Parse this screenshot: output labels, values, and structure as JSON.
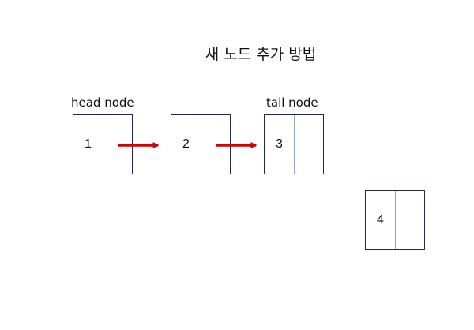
{
  "diagram": {
    "title": "새 노드 추가 방법",
    "labels": {
      "head": "head node",
      "tail": "tail node"
    },
    "nodes": [
      {
        "id": "n1",
        "value": "1"
      },
      {
        "id": "n2",
        "value": "2"
      },
      {
        "id": "n3",
        "value": "3"
      },
      {
        "id": "n4",
        "value": "4"
      }
    ],
    "links": [
      {
        "from": "n1",
        "to": "n2"
      },
      {
        "from": "n2",
        "to": "n3"
      }
    ],
    "colors": {
      "node_border": "#1f2a4a",
      "node_divider": "#8fa4c6",
      "arrow": "#d40000"
    }
  }
}
